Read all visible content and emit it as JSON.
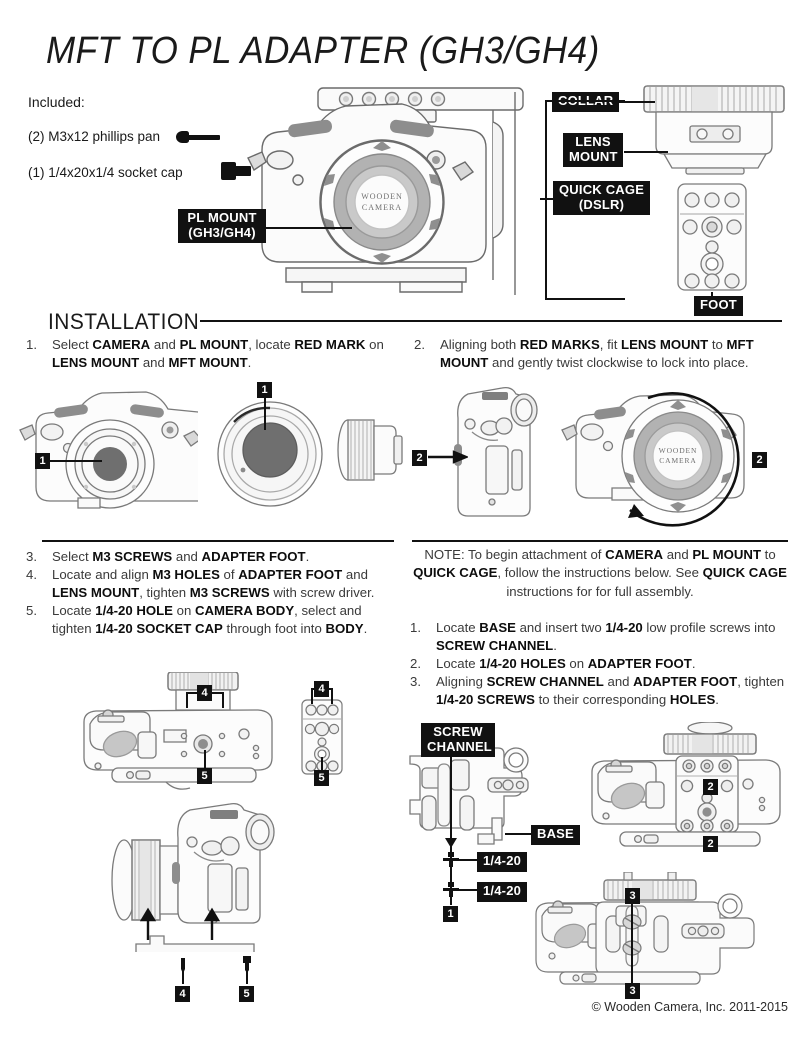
{
  "document": {
    "title": "MFT TO PL ADAPTER (GH3/GH4)",
    "copyright": "© Wooden Camera, Inc. 2011-2015"
  },
  "included": {
    "heading": "Included:",
    "items": [
      {
        "text": "(2) M3x12 phillips pan",
        "icon": "phillips-pan-screw-icon"
      },
      {
        "text": "(1) 1/4x20x1/4 socket cap",
        "icon": "socket-cap-screw-icon"
      }
    ]
  },
  "callouts": {
    "collar": "COLLAR",
    "lens_mount": "LENS\nMOUNT",
    "quick_cage": "QUICK CAGE\n(DSLR)",
    "foot": "FOOT",
    "pl_mount": "PL MOUNT\n(GH3/GH4)",
    "screw_channel": "SCREW\nCHANNEL",
    "base": "BASE",
    "quarter_20_a": "1/4-20",
    "quarter_20_b": "1/4-20"
  },
  "logo": {
    "line1": "WOODEN",
    "line2": "CAMERA"
  },
  "installation": {
    "heading": "INSTALLATION",
    "left_steps": [
      {
        "num": "1.",
        "runs": [
          {
            "t": "Select ",
            "b": false
          },
          {
            "t": "CAMERA",
            "b": true
          },
          {
            "t": " and ",
            "b": false
          },
          {
            "t": "PL MOUNT",
            "b": true
          },
          {
            "t": ", locate ",
            "b": false
          },
          {
            "t": "RED MARK",
            "b": true
          },
          {
            "t": " on ",
            "b": false
          },
          {
            "t": "LENS MOUNT",
            "b": true
          },
          {
            "t": " and ",
            "b": false
          },
          {
            "t": "MFT MOUNT",
            "b": true
          },
          {
            "t": ".",
            "b": false
          }
        ]
      }
    ],
    "right_steps": [
      {
        "num": "2.",
        "runs": [
          {
            "t": "Aligning both ",
            "b": false
          },
          {
            "t": "RED MARKS",
            "b": true
          },
          {
            "t": ", fit ",
            "b": false
          },
          {
            "t": "LENS MOUNT",
            "b": true
          },
          {
            "t": " to ",
            "b": false
          },
          {
            "t": "MFT MOUNT",
            "b": true
          },
          {
            "t": " and gently twist clockwise to lock into place.",
            "b": false
          }
        ]
      }
    ],
    "lower_left_steps": [
      {
        "num": "3.",
        "runs": [
          {
            "t": "Select ",
            "b": false
          },
          {
            "t": "M3 SCREWS",
            "b": true
          },
          {
            "t": " and ",
            "b": false
          },
          {
            "t": "ADAPTER FOOT",
            "b": true
          },
          {
            "t": ".",
            "b": false
          }
        ]
      },
      {
        "num": "4.",
        "runs": [
          {
            "t": "Locate and align ",
            "b": false
          },
          {
            "t": "M3 HOLES",
            "b": true
          },
          {
            "t": " of ",
            "b": false
          },
          {
            "t": "ADAPTER FOOT",
            "b": true
          },
          {
            "t": " and ",
            "b": false
          },
          {
            "t": "LENS MOUNT",
            "b": true
          },
          {
            "t": ", tighten ",
            "b": false
          },
          {
            "t": "M3 SCREWS",
            "b": true
          },
          {
            "t": " with screw driver.",
            "b": false
          }
        ]
      },
      {
        "num": "5.",
        "runs": [
          {
            "t": "Locate ",
            "b": false
          },
          {
            "t": "1/4-20 HOLE",
            "b": true
          },
          {
            "t": " on ",
            "b": false
          },
          {
            "t": "CAMERA BODY",
            "b": true
          },
          {
            "t": ", select and tighten ",
            "b": false
          },
          {
            "t": "1/4-20 SOCKET CAP",
            "b": true
          },
          {
            "t": " through foot into ",
            "b": false
          },
          {
            "t": "BODY",
            "b": true
          },
          {
            "t": ".",
            "b": false
          }
        ]
      }
    ],
    "note": {
      "runs": [
        {
          "t": "NOTE: To begin attachment of ",
          "b": false
        },
        {
          "t": "CAMERA",
          "b": true
        },
        {
          "t": " and ",
          "b": false
        },
        {
          "t": "PL MOUNT",
          "b": true
        },
        {
          "t": " to ",
          "b": false
        },
        {
          "t": "QUICK CAGE",
          "b": true
        },
        {
          "t": ", follow the instructions below. See ",
          "b": false
        },
        {
          "t": "QUICK CAGE",
          "b": true
        },
        {
          "t": " instructions for for full assembly.",
          "b": false
        }
      ]
    },
    "lower_right_steps": [
      {
        "num": "1.",
        "runs": [
          {
            "t": "Locate ",
            "b": false
          },
          {
            "t": "BASE",
            "b": true
          },
          {
            "t": " and insert two ",
            "b": false
          },
          {
            "t": "1/4-20",
            "b": true
          },
          {
            "t": " low profile screws into ",
            "b": false
          },
          {
            "t": "SCREW CHANNEL",
            "b": true
          },
          {
            "t": ".",
            "b": false
          }
        ]
      },
      {
        "num": "2.",
        "runs": [
          {
            "t": "Locate ",
            "b": false
          },
          {
            "t": "1/4-20 HOLES",
            "b": true
          },
          {
            "t": " on ",
            "b": false
          },
          {
            "t": "ADAPTER FOOT",
            "b": true
          },
          {
            "t": ".",
            "b": false
          }
        ]
      },
      {
        "num": "3.",
        "runs": [
          {
            "t": "Aligning ",
            "b": false
          },
          {
            "t": "SCREW CHANNEL",
            "b": true
          },
          {
            "t": " and ",
            "b": false
          },
          {
            "t": "ADAPTER FOOT",
            "b": true
          },
          {
            "t": ", tighten ",
            "b": false
          },
          {
            "t": "1/4-20 SCREWS",
            "b": true
          },
          {
            "t": " to their corresponding ",
            "b": false
          },
          {
            "t": "HOLES",
            "b": true
          },
          {
            "t": ".",
            "b": false
          }
        ]
      }
    ]
  },
  "markers": {
    "m1a": "1",
    "m1b": "1",
    "m1c": "1",
    "m2a": "2",
    "m2b": "2",
    "m2c": "2",
    "m2d": "2",
    "m3a": "3",
    "m3b": "3",
    "m4a": "4",
    "m4b": "4",
    "m4c": "4",
    "m5a": "5",
    "m5b": "5",
    "m5c": "5"
  },
  "colors": {
    "ink": "#1a1a1a",
    "label_bg": "#111111",
    "label_fg": "#ffffff",
    "body_text": "#3a3a3a",
    "line": "#6b6b6b",
    "fill_light": "#f2f2f2",
    "fill_mid": "#b9b9b9",
    "fill_dark": "#6a6a6a"
  }
}
